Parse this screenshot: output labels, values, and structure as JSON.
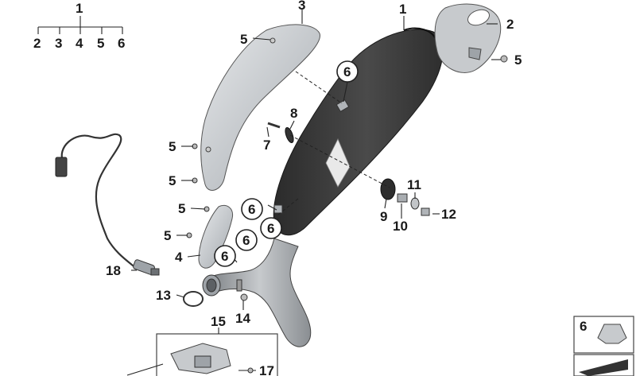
{
  "diagram": {
    "tree": {
      "root": "1",
      "children": [
        "2",
        "3",
        "4",
        "5",
        "6"
      ]
    },
    "callouts": {
      "muffler": "1",
      "end_cap": "2",
      "heat_shield_upper": "3",
      "heat_shield_lower": "4",
      "screw_a": "5",
      "screw_b": "5",
      "screw_c": "5",
      "screw_d": "5",
      "screw_e": "5",
      "screw_f": "5",
      "clip_top": "6",
      "clip_mid": "6",
      "clip_right": "6",
      "clip_center": "6",
      "clip_left": "6",
      "bolt": "7",
      "washer_upper": "8",
      "rubber_mount": "9",
      "bushing": "10",
      "washer_lower": "11",
      "nut": "12",
      "gasket": "13",
      "clamp_bolt": "14",
      "bracket_assembly": "15",
      "nut_small": "17",
      "lambda_sensor": "18"
    },
    "inset": {
      "label": "6"
    }
  },
  "colors": {
    "muffler_dark": "#3a3a3a",
    "shield_light": "#c9cdd1",
    "line": "#222222"
  }
}
